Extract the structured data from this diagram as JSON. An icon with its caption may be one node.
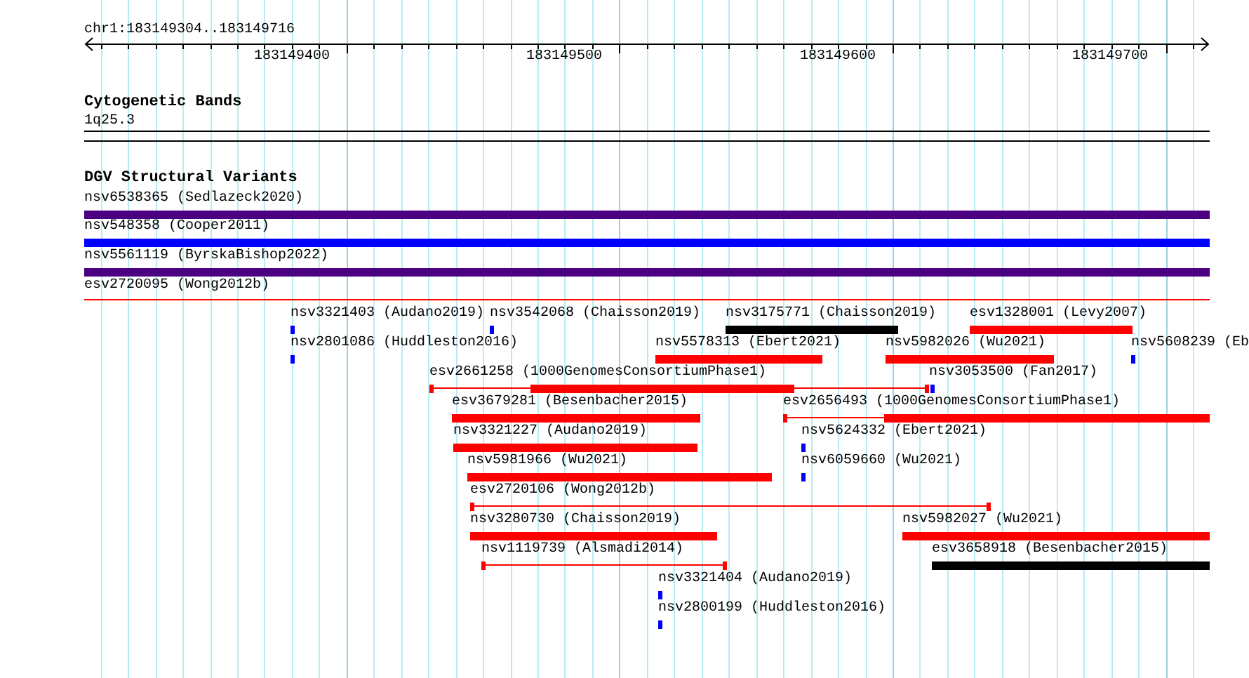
{
  "diagram": {
    "labels": [
      "chr1:183149304..183149716",
      "183149400",
      "183149500",
      "183149600",
      "183149700",
      "Cytogenetic Bands",
      "1q25.3",
      "DGV Structural Variants",
      "nsv6538365 (Sedlazeck2020)",
      "nsv548358 (Cooper2011)",
      "nsv5561119 (ByrskaBishop2022)",
      "esv2720095 (Wong2012b)",
      "nsv3321403 (Audano2019)",
      "nsv3542068 (Chaisson2019)",
      "nsv3175771 (Chaisson2019)",
      "esv1328001 (Levy2007)",
      "nsv2801086 (Huddleston2016)",
      "nsv5578313 (Ebert2021)",
      "nsv5982026 (Wu2021)",
      "nsv5608239 (Eb",
      "esv2661258 (1000GenomesConsortiumPhase1)",
      "nsv3053500 (Fan2017)",
      "esv3679281 (Besenbacher2015)",
      "esv2656493 (1000GenomesConsortiumPhase1)",
      "nsv3321227 (Audano2019)",
      "nsv5624332 (Ebert2021)",
      "nsv5981966 (Wu2021)",
      "nsv6059660 (Wu2021)",
      "esv2720106 (Wong2012b)",
      "nsv3280730 (Chaisson2019)",
      "nsv5982027 (Wu2021)",
      "nsv1119739 (Alsmadi2014)",
      "esv3658918 (Besenbacher2015)",
      "nsv3321404 (Audano2019)",
      "nsv2800199 (Huddleston2016)"
    ]
  }
}
